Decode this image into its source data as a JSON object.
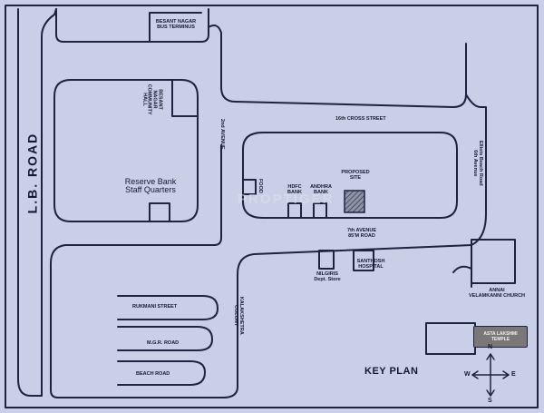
{
  "map": {
    "labels": {
      "lb_road": "L.B. ROAD",
      "bus_terminus_1": "BESANT NAGAR",
      "bus_terminus_2": "BUS TERMINUS",
      "community_hall_1": "BESANT",
      "community_hall_2": "NAGAR",
      "community_hall_3": "COMMUNITY",
      "community_hall_4": "HALL",
      "reserve_bank_1": "Reserve Bank",
      "reserve_bank_2": "Staff Quarters",
      "second_avenue": "2nd AVENUE",
      "cross_street": "16th CROSS STREET",
      "elliots_1": "Elliots Beach Road",
      "elliots_2": "6th Avenue",
      "food": "FOOD",
      "hdfc_1": "HDFC",
      "hdfc_2": "BANK",
      "andhra_1": "ANDHRA",
      "andhra_2": "BANK",
      "proposed_1": "PROPOSED",
      "proposed_2": "SITE",
      "seventh_avenue_1": "7th AVENUE",
      "seventh_avenue_2": "85'M ROAD",
      "santhosh_1": "SANTHOSH",
      "santhosh_2": "HOSPITAL",
      "nilgiris_1": "NILGIRIS",
      "nilgiris_2": "Dept. Store",
      "annai_1": "ANNAI",
      "annai_2": "VELAMKANNI CHURCH",
      "rukmani": "RUKMANI STREET",
      "mgr": "M.G.R. ROAD",
      "beach": "BEACH ROAD",
      "kalakshetra_1": "KALAKSHETRA",
      "kalakshetra_2": "COLONY",
      "temple_1": "ASTA LAKSHMI",
      "temple_2": "TEMPLE",
      "key_plan": "KEY PLAN",
      "watermark": "PROPTIGER"
    },
    "compass": {
      "n": "N",
      "s": "S",
      "e": "E",
      "w": "W"
    },
    "colors": {
      "background": "#c9cfe6",
      "line": "#1d2340",
      "text": "#141a33",
      "proposed_site": "#5b5f72",
      "temple_fill": "#7a7777"
    }
  }
}
